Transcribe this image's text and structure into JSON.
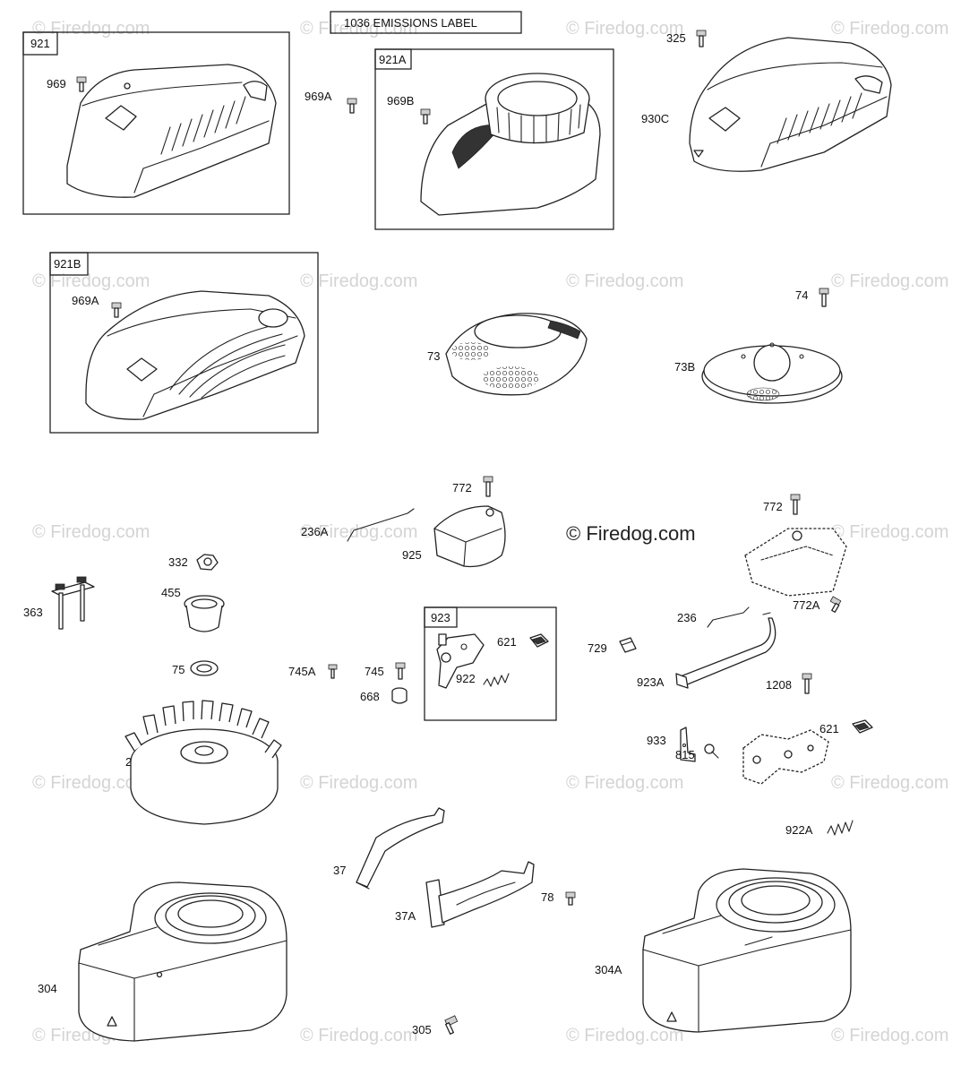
{
  "watermark_text": "© Firedog.com",
  "center_watermark": "© Firedog.com",
  "emissions_label": "1036 EMISSIONS LABEL",
  "box_labels": [
    "921",
    "921A",
    "921B",
    "923"
  ],
  "part_labels": [
    {
      "id": "969",
      "text": "969"
    },
    {
      "id": "969a-top",
      "text": "969A"
    },
    {
      "id": "969b",
      "text": "969B"
    },
    {
      "id": "325",
      "text": "325"
    },
    {
      "id": "930c",
      "text": "930C"
    },
    {
      "id": "969a-box",
      "text": "969A"
    },
    {
      "id": "73",
      "text": "73"
    },
    {
      "id": "74",
      "text": "74"
    },
    {
      "id": "73b",
      "text": "73B"
    },
    {
      "id": "772-center",
      "text": "772"
    },
    {
      "id": "236a",
      "text": "236A"
    },
    {
      "id": "925",
      "text": "925"
    },
    {
      "id": "772-right",
      "text": "772"
    },
    {
      "id": "332",
      "text": "332"
    },
    {
      "id": "455",
      "text": "455"
    },
    {
      "id": "363",
      "text": "363"
    },
    {
      "id": "75",
      "text": "75"
    },
    {
      "id": "621-box",
      "text": "621"
    },
    {
      "id": "745a",
      "text": "745A"
    },
    {
      "id": "745",
      "text": "745"
    },
    {
      "id": "668",
      "text": "668"
    },
    {
      "id": "922",
      "text": "922"
    },
    {
      "id": "772a",
      "text": "772A"
    },
    {
      "id": "236",
      "text": "236"
    },
    {
      "id": "729",
      "text": "729"
    },
    {
      "id": "923a",
      "text": "923A"
    },
    {
      "id": "1208",
      "text": "1208"
    },
    {
      "id": "933",
      "text": "933"
    },
    {
      "id": "815",
      "text": "815"
    },
    {
      "id": "621-right",
      "text": "621"
    },
    {
      "id": "23",
      "text": "23"
    },
    {
      "id": "922a",
      "text": "922A"
    },
    {
      "id": "37",
      "text": "37"
    },
    {
      "id": "37a",
      "text": "37A"
    },
    {
      "id": "78",
      "text": "78"
    },
    {
      "id": "304",
      "text": "304"
    },
    {
      "id": "304a",
      "text": "304A"
    },
    {
      "id": "305",
      "text": "305"
    }
  ]
}
